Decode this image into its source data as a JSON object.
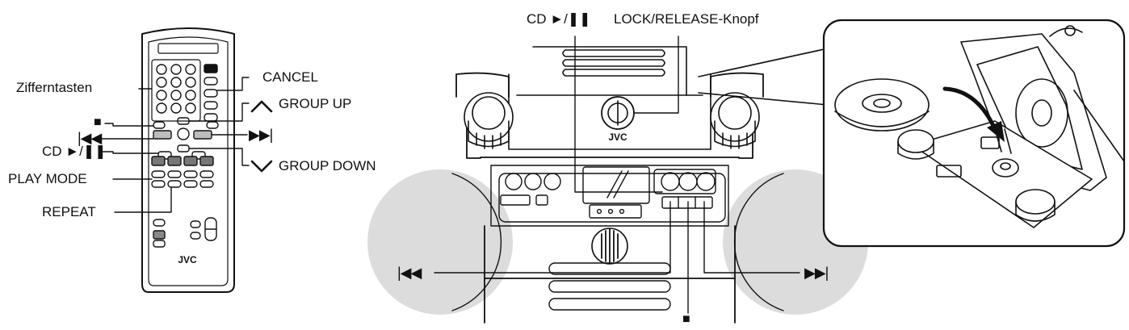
{
  "remote": {
    "brand": "JVC",
    "labels": {
      "number_keys": "Zifferntasten",
      "stop": "■",
      "skip_back": "|◀◀",
      "cd_play_pause": "CD ►/❚❚",
      "play_mode": "PLAY MODE",
      "repeat": "REPEAT",
      "cancel": "CANCEL",
      "group_up": "GROUP UP",
      "skip_forward": "▶▶|",
      "group_down": "GROUP DOWN"
    }
  },
  "unit": {
    "brand": "JVC",
    "labels": {
      "cd_play_pause": "CD ►/❚❚",
      "lock_release": "LOCK/RELEASE-Knopf",
      "skip_back": "|◀◀",
      "skip_forward": "▶▶|",
      "stop": "■"
    }
  },
  "icons": {
    "group_up": "chevron-up-icon",
    "group_down": "chevron-down-icon"
  },
  "colors": {
    "line": "#111111",
    "speaker_grey": "#dcdcdc",
    "key_grey": "#777777",
    "background": "#ffffff"
  }
}
